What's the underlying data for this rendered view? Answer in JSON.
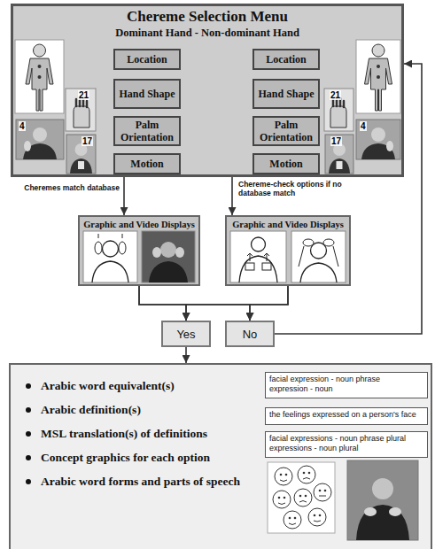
{
  "diagram": {
    "nodes": [
      {
        "text": [
          "Chereme Selection Menu",
          "Dominant Hand - Non-dominant Hand"
        ]
      },
      {
        "text": [
          "Location"
        ],
        "in": 0
      },
      {
        "text": [
          "Hand Shape"
        ],
        "in": 0
      },
      {
        "text": [
          "Palm Orientation"
        ],
        "in": 0
      },
      {
        "text": [
          "Motion"
        ],
        "in": 0
      },
      {
        "text": [
          "Location"
        ],
        "in": 0
      },
      {
        "text": [
          "Hand Shape"
        ],
        "in": 0
      },
      {
        "text": [
          "Palm Orientation"
        ],
        "in": 0
      },
      {
        "text": [
          "Motion"
        ],
        "in": 0
      },
      {
        "text": [
          "Graphic and Video Displays"
        ]
      },
      {
        "text": [
          "Graphic and Video Displays"
        ]
      },
      {
        "text": [
          "Yes"
        ]
      },
      {
        "text": [
          "No"
        ]
      },
      {
        "text": [
          "Arabic word equivalent(s)",
          "Arabic definition(s)",
          "MSL translation(s) of definitions",
          "Concept graphics for each option",
          "Arabic word forms and parts of speech"
        ]
      },
      {
        "text": [
          "facial expression - noun phrase",
          "expression - noun"
        ],
        "in": 13
      },
      {
        "text": [
          "the feelings expressed on a person's face"
        ],
        "in": 13
      },
      {
        "text": [
          "facial expressions - noun phrase plural",
          "expressions - noun plural"
        ],
        "in": 13
      }
    ],
    "edges": [
      {
        "from": 0,
        "to": 9,
        "arrow": "to",
        "label": "Cheremes match database"
      },
      {
        "from": 0,
        "to": 10,
        "arrow": "to",
        "label": "Chereme-check options if no database match"
      },
      {
        "from": 9,
        "to": 11,
        "arrow": "to"
      },
      {
        "from": 9,
        "to": 12,
        "arrow": "to"
      },
      {
        "from": 10,
        "to": 11,
        "arrow": "to"
      },
      {
        "from": 10,
        "to": 12,
        "arrow": "to"
      },
      {
        "from": 11,
        "to": 13,
        "arrow": "to"
      },
      {
        "from": 12,
        "to": 0,
        "arrow": "to"
      }
    ],
    "labels": [
      "21",
      "4",
      "17",
      "21",
      "4",
      "17"
    ]
  }
}
